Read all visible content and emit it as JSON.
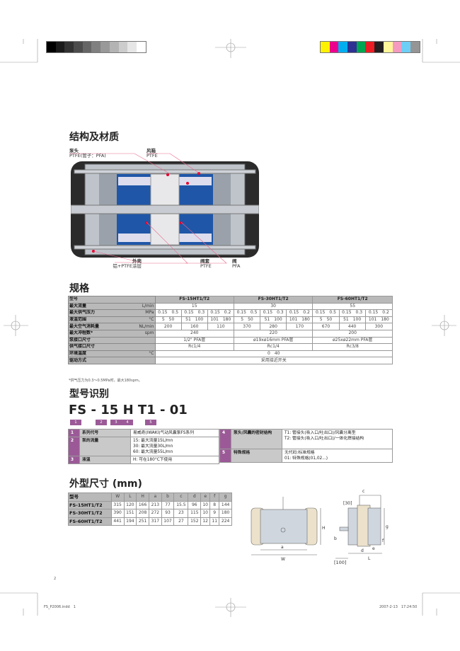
{
  "print_marks": {
    "grayscale": [
      "#000000",
      "#1a1a1a",
      "#333333",
      "#4d4d4d",
      "#666666",
      "#808080",
      "#999999",
      "#b3b3b3",
      "#cccccc",
      "#e6e6e6",
      "#ffffff"
    ],
    "colors": [
      "#fff200",
      "#ec008c",
      "#00aeef",
      "#2e3192",
      "#00a651",
      "#ed1c24",
      "#231f20",
      "#fff799",
      "#f49ac1",
      "#6dcff6",
      "#959595"
    ]
  },
  "structure": {
    "title": "结构及材质",
    "callouts": [
      {
        "name": "泵头",
        "material": "PTFE(管子：PFA)"
      },
      {
        "name": "风箱",
        "material": "PTFE"
      },
      {
        "name": "外壳",
        "material": "铝+PTFE涂层"
      },
      {
        "name": "阀套",
        "material": "PTFE"
      },
      {
        "name": "阀",
        "material": "PFA"
      }
    ]
  },
  "specs": {
    "title": "规格",
    "header": {
      "label": "型号",
      "models": [
        "FS-15HT1/T2",
        "FS-30HT1/T2",
        "FS-60HT1/T2"
      ]
    },
    "rows": [
      {
        "label": "最大流量",
        "unit": "L/min",
        "values": [
          "15",
          "30",
          "55"
        ]
      },
      {
        "label": "最大供气压力",
        "unit": "MPa",
        "values": [
          "0.15　0.5",
          "0.15　0.3",
          "0.15　0.2",
          "0.15　0.5",
          "0.15　0.3",
          "0.15　0.2",
          "0.15　0.5",
          "0.15　0.3",
          "0.15　0.2"
        ]
      },
      {
        "label": "液温范围",
        "unit": "°C",
        "values": [
          "5　50",
          "51　100",
          "101　180",
          "5　50",
          "51　100",
          "101　180",
          "5　50",
          "51　100",
          "101　180"
        ]
      },
      {
        "label": "最大空气消耗量",
        "unit": "NL/min",
        "values": [
          "200",
          "160",
          "110",
          "370",
          "280",
          "170",
          "670",
          "440",
          "300"
        ]
      },
      {
        "label": "最大冲程数*",
        "unit": "spm",
        "values": [
          "240",
          "220",
          "200"
        ]
      },
      {
        "label": "泵接口尺寸",
        "unit": "",
        "values": [
          "1/2\" PFA管",
          "ø19xø16mm PFA管",
          "ø25xø22mm PFA管"
        ]
      },
      {
        "label": "供气接口尺寸",
        "unit": "",
        "values": [
          "Rc1/4",
          "Rc1/4",
          "Rc3/8"
        ]
      },
      {
        "label": "环境温度",
        "unit": "°C",
        "values": [
          "0　40"
        ]
      },
      {
        "label": "驱动方式",
        "unit": "",
        "values": [
          "采用接近开关"
        ]
      }
    ],
    "note": "*供气压力为0.3～0.5MPa时，最大180spm。"
  },
  "model_code": {
    "title": "型号识别",
    "code": "FS - 15 H T1 - 01",
    "markers": [
      "1",
      "2",
      "3",
      "4",
      "5"
    ],
    "left": [
      {
        "num": "1",
        "label": "系列代号",
        "desc": [
          "易威奇(IWAKI)气动风囊泵FS系列"
        ]
      },
      {
        "num": "2",
        "label": "泵的流量",
        "desc": [
          "15: 最大流量15L/mn",
          "30: 最大流量30L/mn",
          "60: 最大流量55L/mn"
        ]
      },
      {
        "num": "3",
        "label": "液温",
        "desc": [
          "H: 可在180°C下使用"
        ]
      }
    ],
    "right": [
      {
        "num": "4",
        "label": "泵头/风囊的密封结构",
        "desc": [
          "T1: 管接头(吸入口/吐出口)/风囊分离型",
          "T2: 管接头(吸入口/吐出口)/一体化焊接结构"
        ]
      },
      {
        "num": "5",
        "label": "特殊规格",
        "desc": [
          "无代码:标准规格",
          "01: 特殊规格(01,02...)"
        ]
      }
    ]
  },
  "dimensions": {
    "title": "外型尺寸 (mm)",
    "columns": [
      "型号",
      "W",
      "L",
      "H",
      "a",
      "b",
      "c",
      "d",
      "e",
      "f",
      "g"
    ],
    "rows": [
      [
        "FS-15HT1/T2",
        "315",
        "120",
        "166",
        "213",
        "77",
        "15.5",
        "96",
        "10",
        "8",
        "144"
      ],
      [
        "FS-30HT1/T2",
        "390",
        "151",
        "208",
        "272",
        "93",
        "23",
        "115",
        "10",
        "9",
        "180"
      ],
      [
        "FS-60HT1/T2",
        "441",
        "194",
        "251",
        "317",
        "107",
        "27",
        "152",
        "12",
        "11",
        "224"
      ]
    ],
    "drawing_labels": {
      "a": "a",
      "W": "W",
      "H": "H",
      "c": "c",
      "d30": "[30]",
      "g": "g",
      "b": "b",
      "f": "f",
      "e": "e",
      "d": "d",
      "L": "L",
      "d100": "[100]"
    }
  },
  "footer": {
    "page_number": "2",
    "file": "FS_P2006.indd　1",
    "timestamp": "2007-2-13　17:24:50"
  }
}
